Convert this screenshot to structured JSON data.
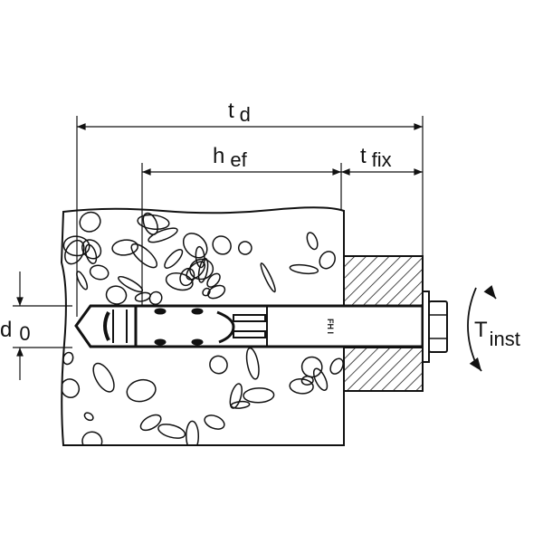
{
  "labels": {
    "td": {
      "main": "t",
      "sub": "d"
    },
    "hef": {
      "main": "h",
      "sub": "ef"
    },
    "tfix": {
      "main": "t",
      "sub": "fix"
    },
    "d0": {
      "main": "d",
      "sub": "0"
    },
    "tinst": {
      "main": "T",
      "sub": "inst"
    }
  },
  "colors": {
    "line": "#111111",
    "background": "#ffffff"
  }
}
